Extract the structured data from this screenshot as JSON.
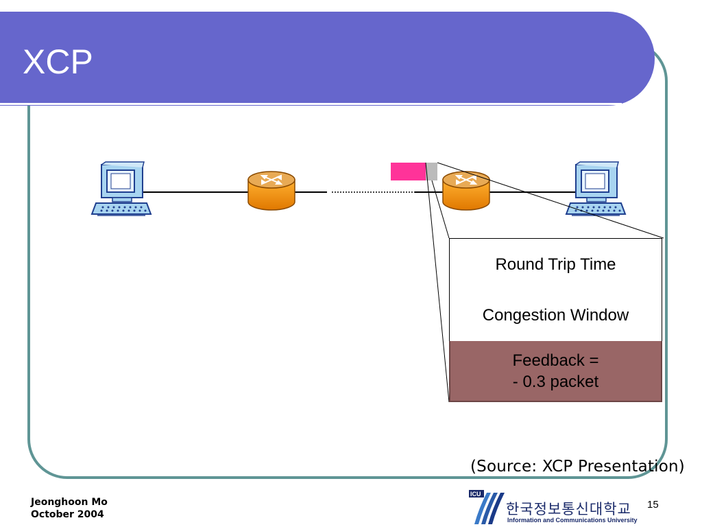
{
  "slide": {
    "title": "XCP",
    "page_number": "15",
    "source": "(Source: XCP Presentation)"
  },
  "footer": {
    "author": "Jeonghoon Mo",
    "date": "October 2004"
  },
  "logo": {
    "badge": "ICU",
    "korean_name": "한국정보통신대학교",
    "english_name": "Information and Communications University"
  },
  "packet_header": {
    "fields": [
      "Round Trip Time",
      "Congestion Window",
      "Feedback  =\n- 0.3 packet"
    ]
  },
  "colors": {
    "title_bar": "#6666cc",
    "frame": "#5f9595",
    "packet": "#ff3399",
    "packet_header": "#bbbbbb",
    "feedback_field": "#996666",
    "router": "#ff9900"
  },
  "icons": [
    "computer-icon",
    "router-icon"
  ]
}
